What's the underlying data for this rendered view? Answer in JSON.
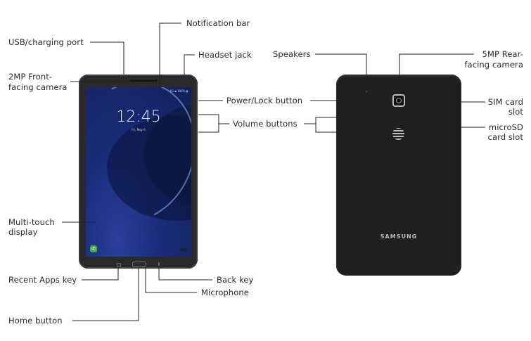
{
  "front": {
    "screen_time": "12:45",
    "screen_date": "Fri, May 6",
    "screen_status": "4G ▪ 100% ▮"
  },
  "back": {
    "brand_text": "SAMSUNG"
  },
  "labels": {
    "usb_port": "USB/charging port",
    "front_camera_1": "2MP Front-",
    "front_camera_2": "facing camera",
    "notification_bar": "Notification bar",
    "headset_jack": "Headset jack",
    "power_lock": "Power/Lock button",
    "volume": "Volume buttons",
    "multitouch_1": "Multi-touch",
    "multitouch_2": "display",
    "recent_apps": "Recent Apps key",
    "home_button": "Home button",
    "microphone": "Microphone",
    "back_key": "Back key",
    "speakers": "Speakers",
    "rear_camera_1": "5MP Rear-",
    "rear_camera_2": "facing camera",
    "sim_1": "SIM card",
    "sim_2": "slot",
    "microsd_1": "microSD",
    "microsd_2": "card slot"
  }
}
